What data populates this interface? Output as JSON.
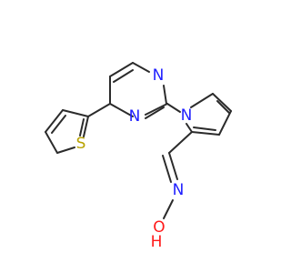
{
  "molecule": {
    "atoms": [
      {
        "id": "n-top",
        "symbol": "N",
        "color": "#1f1fff"
      },
      {
        "id": "n-mid",
        "symbol": "N",
        "color": "#1f1fff"
      },
      {
        "id": "n-pyrrole",
        "symbol": "N",
        "color": "#1f1fff"
      },
      {
        "id": "s-thiophene",
        "symbol": "S",
        "color": "#b8a200"
      },
      {
        "id": "n-oxime",
        "symbol": "N",
        "color": "#1f1fff"
      },
      {
        "id": "o-oxime",
        "symbol": "O",
        "color": "#ff1a1a"
      },
      {
        "id": "h-oxime",
        "symbol": "H",
        "color": "#ff1a1a"
      }
    ]
  }
}
